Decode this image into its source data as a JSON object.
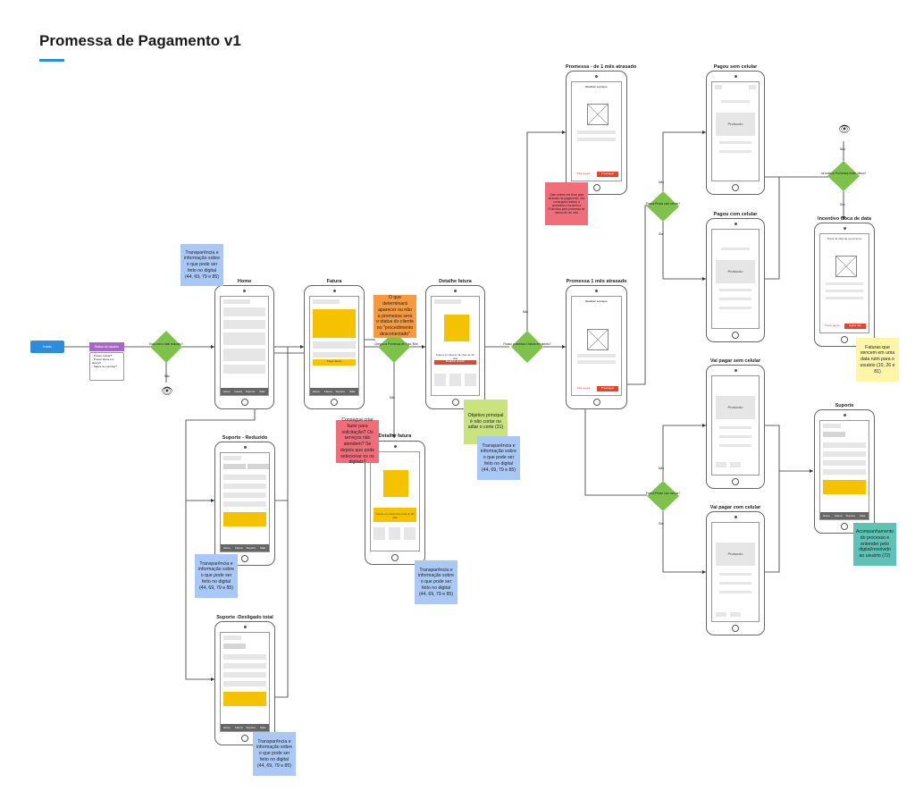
{
  "title": "Promessa de Pagamento v1",
  "start": {
    "label": "Início"
  },
  "user_status": {
    "label": "Status do usuário",
    "notes": "- Possui celular?\n- Possui fatura em aberto?\n- Status do contrato?"
  },
  "decisions": {
    "d1": "Está com o total reduzido?",
    "d2": "Chegou a Promessa de Pgto.?",
    "d3": "Possui promessa 1 fatura em aberto?",
    "d4": "Possui Phase com celular?",
    "d5": "Possui Phase com celular?",
    "d6": "Já realizou Promessa neste último?"
  },
  "edge_labels": {
    "nao": "Não",
    "sim": "Sim"
  },
  "screens": {
    "home": {
      "title": "Home",
      "tabs": [
        "Home",
        "Fatura",
        "Suporte",
        "Mais"
      ]
    },
    "fatura": {
      "title": "Fatura",
      "tabs": [
        "Home",
        "Fatura",
        "Suporte",
        "Mais"
      ],
      "btn": "Pagar fatura"
    },
    "detalhe1": {
      "title": "Detalhe fatura",
      "due": "Fatura em aberto há mais de 30 dias",
      "btn": "Realizar acordo"
    },
    "detalhe2": {
      "title": "Detalhe fatura",
      "due": "Fatura em aberto há mais de 30 dias"
    },
    "suporte_reduzido": {
      "title": "Suporte - Reduzido",
      "tabs": [
        "Home",
        "Fatura",
        "Suporte",
        "Mais"
      ]
    },
    "suporte_desligado": {
      "title": "Suporte -Desligado total",
      "tabs": [
        "Home",
        "Fatura",
        "Suporte",
        "Mais"
      ]
    },
    "promessa_menos": {
      "title": "Promessa - de 1 mês atrasado",
      "header": "Realizar serviços",
      "btn_left": "Fale agora",
      "btn_right": "Prosseguir"
    },
    "promessa_1": {
      "title": "Promessa 1 mês atrasado",
      "header": "Realizar serviços",
      "btn_left": "Fale agora",
      "btn_right": "Prosseguir"
    },
    "pagou_sem": {
      "title": "Pagou sem celular",
      "protocolo": "Protocolo"
    },
    "pagou_com": {
      "title": "Pagou com celular",
      "protocolo": "Protocolo"
    },
    "vai_sem": {
      "title": "Vai pagar sem celular",
      "protocolo": "Protocolo"
    },
    "vai_com": {
      "title": "Vai pagar com celular",
      "protocolo": "Protocolo"
    },
    "incentivo": {
      "title": "Incentivo troca de data",
      "header": "Troca de data de vencimento",
      "btn_left": "Trocar agora",
      "btn_right": "Agora não"
    },
    "suporte": {
      "title": "Suporte",
      "tabs": [
        "Home",
        "Fatura",
        "Suporte",
        "Mais"
      ]
    }
  },
  "stickies": {
    "s1": "Transparência e informação sobre o que pode ser feito no digital (44, 69, 79 e 85)",
    "s2": "O que determinará aparecer ou não a promessa será o status do cliente no \"procedimento desconectado\"",
    "s3": "Consegue criar fazer para solicitação? Os serviços não atendem? Se depois que pode selecionar os os digitais?",
    "s4": "Objetivo principal é não cortar ou adiar o corte (31)",
    "s5": "Transparência e informação sobre o que pode ser feito no digital (44, 69, 79 e 85)",
    "s6": "Transparência e informação sobre o que pode ser feito no digital (44, 69, 79 e 85)",
    "s7": "Transparência e informação sobre o que pode ser feito no digital (44, 69, 79 e 85)",
    "s8": "Transparência e informação sobre o que pode ser feito no digital (44, 69, 79 e 85)",
    "s9": "Caso entrem em fluxo para atrasado de pagamento, não conseguirá realizar a promessa e irá direto a Promessa para promessa de menos de um mês",
    "s10": "Faturas que vencem em uma data ruim para o usuário (10, 26 e 81)",
    "s11": "Acompanhamento do processo e entender pelo digital/resolvido ao usuário (72)"
  }
}
